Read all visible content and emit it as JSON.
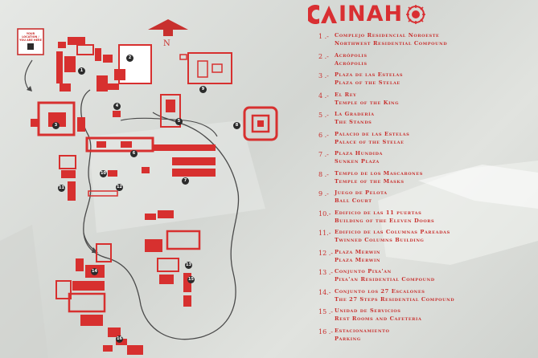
{
  "brand": {
    "name": "INAH",
    "accent": "#d92f32"
  },
  "map": {
    "you_are_here": "YOUR LOCATION / YOU ARE HERE",
    "north": "N",
    "markers": [
      "1",
      "2",
      "3",
      "4",
      "5",
      "6",
      "7",
      "8",
      "9",
      "10",
      "11",
      "12",
      "13",
      "14",
      "15",
      "16"
    ]
  },
  "legend": {
    "items": [
      {
        "num": "1 .-",
        "es": "Complejo Residencial Noroeste",
        "en": "Northwest Residential Compound"
      },
      {
        "num": "2 .-",
        "es": "Acrópolis",
        "en": "Acrópolis"
      },
      {
        "num": "3 .-",
        "es": "Plaza de las Estelas",
        "en": "Plaza of the Stelae"
      },
      {
        "num": "4 .-",
        "es": "El Rey",
        "en": "Temple of the King"
      },
      {
        "num": "5 .-",
        "es": "La Gradería",
        "en": "The Stands"
      },
      {
        "num": "6 .-",
        "es": "Palacio de las Estelas",
        "en": "Palace of the Stelae"
      },
      {
        "num": "7 .-",
        "es": "Plaza Hundida",
        "en": "Sunken Plaza"
      },
      {
        "num": "8 .-",
        "es": "Templo de los Mascarones",
        "en": "Temple of the Masks"
      },
      {
        "num": "9 .-",
        "es": "Juego de Pelota",
        "en": "Ball Court"
      },
      {
        "num": "10.-",
        "es": "Edificio de las 11 puertas",
        "en": "Building of the Eleven Doors"
      },
      {
        "num": "11.-",
        "es": "Edificio de las Columnas Pareadas",
        "en": "Twinned Columns Building"
      },
      {
        "num": "12 .-",
        "es": "Plaza Merwin",
        "en": "Plaza Merwin"
      },
      {
        "num": "13 .-",
        "es": "Conjunto Pixa'an",
        "en": "Pixa'an Residential Compound"
      },
      {
        "num": "14.-",
        "es": "Conjunto los 27 Escalones",
        "en": "The 27 Steps Residential Compound"
      },
      {
        "num": "15 .-",
        "es": "Unidad de Servicios",
        "en": "Rest Rooms and Cafeteria"
      },
      {
        "num": "16 .-",
        "es": "Estacionamiento",
        "en": "Parking"
      }
    ]
  }
}
